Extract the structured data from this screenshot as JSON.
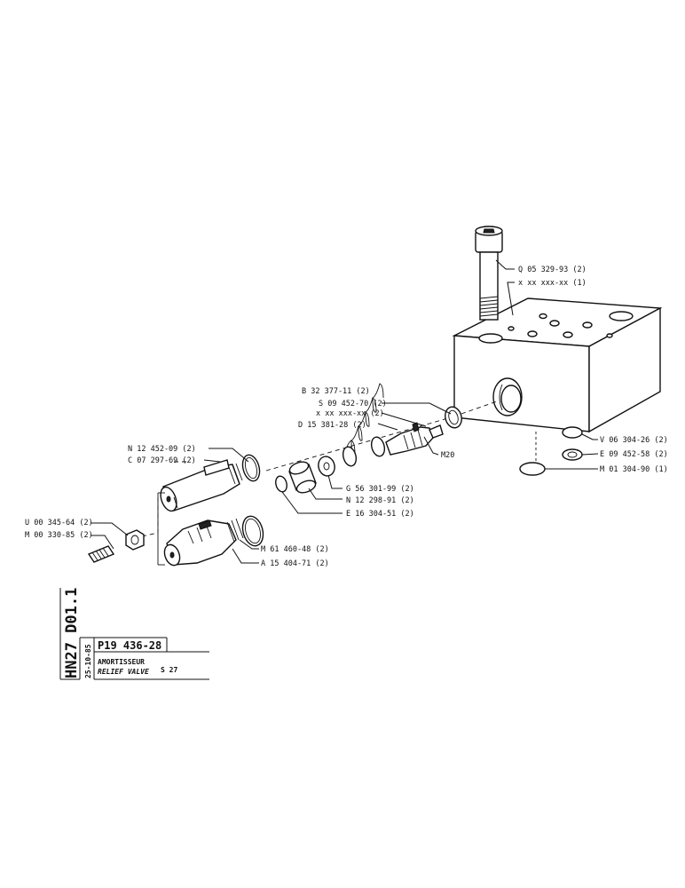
{
  "title_block": {
    "code_vertical": "HN27 D01.1",
    "date_vertical": "25-10-85",
    "part_number": "P19 436-28",
    "name_fr": "AMORTISSEUR",
    "name_en": "RELIEF VALVE",
    "ref": "S 27"
  },
  "labels": {
    "q05": "Q 05 329-93 (2)",
    "xx_top": "x xx xxx-xx (1)",
    "b32": "B 32 377-11 (2)",
    "s09": "S 09 452-70 (2)",
    "xx_mid": "x xx xxx-xx (2)",
    "d15": "D 15 381-28 (2)",
    "m20": "M20",
    "n12a": "N 12 452-09 (2)",
    "c07": "C 07 297-69 (2)",
    "g56": "G 56 301-99 (2)",
    "n12b": "N 12 298-91 (2)",
    "e16": "E 16 304-51 (2)",
    "u00": "U 00 345-64 (2)",
    "m00": "M 00 330-85 (2)",
    "m61": "M 61 460-48 (2)",
    "a15": "A 15 404-71 (2)",
    "v06": "V 06 304-26 (2)",
    "e09": "E 09 452-58 (2)",
    "m01": "M 01 304-90 (1)"
  }
}
